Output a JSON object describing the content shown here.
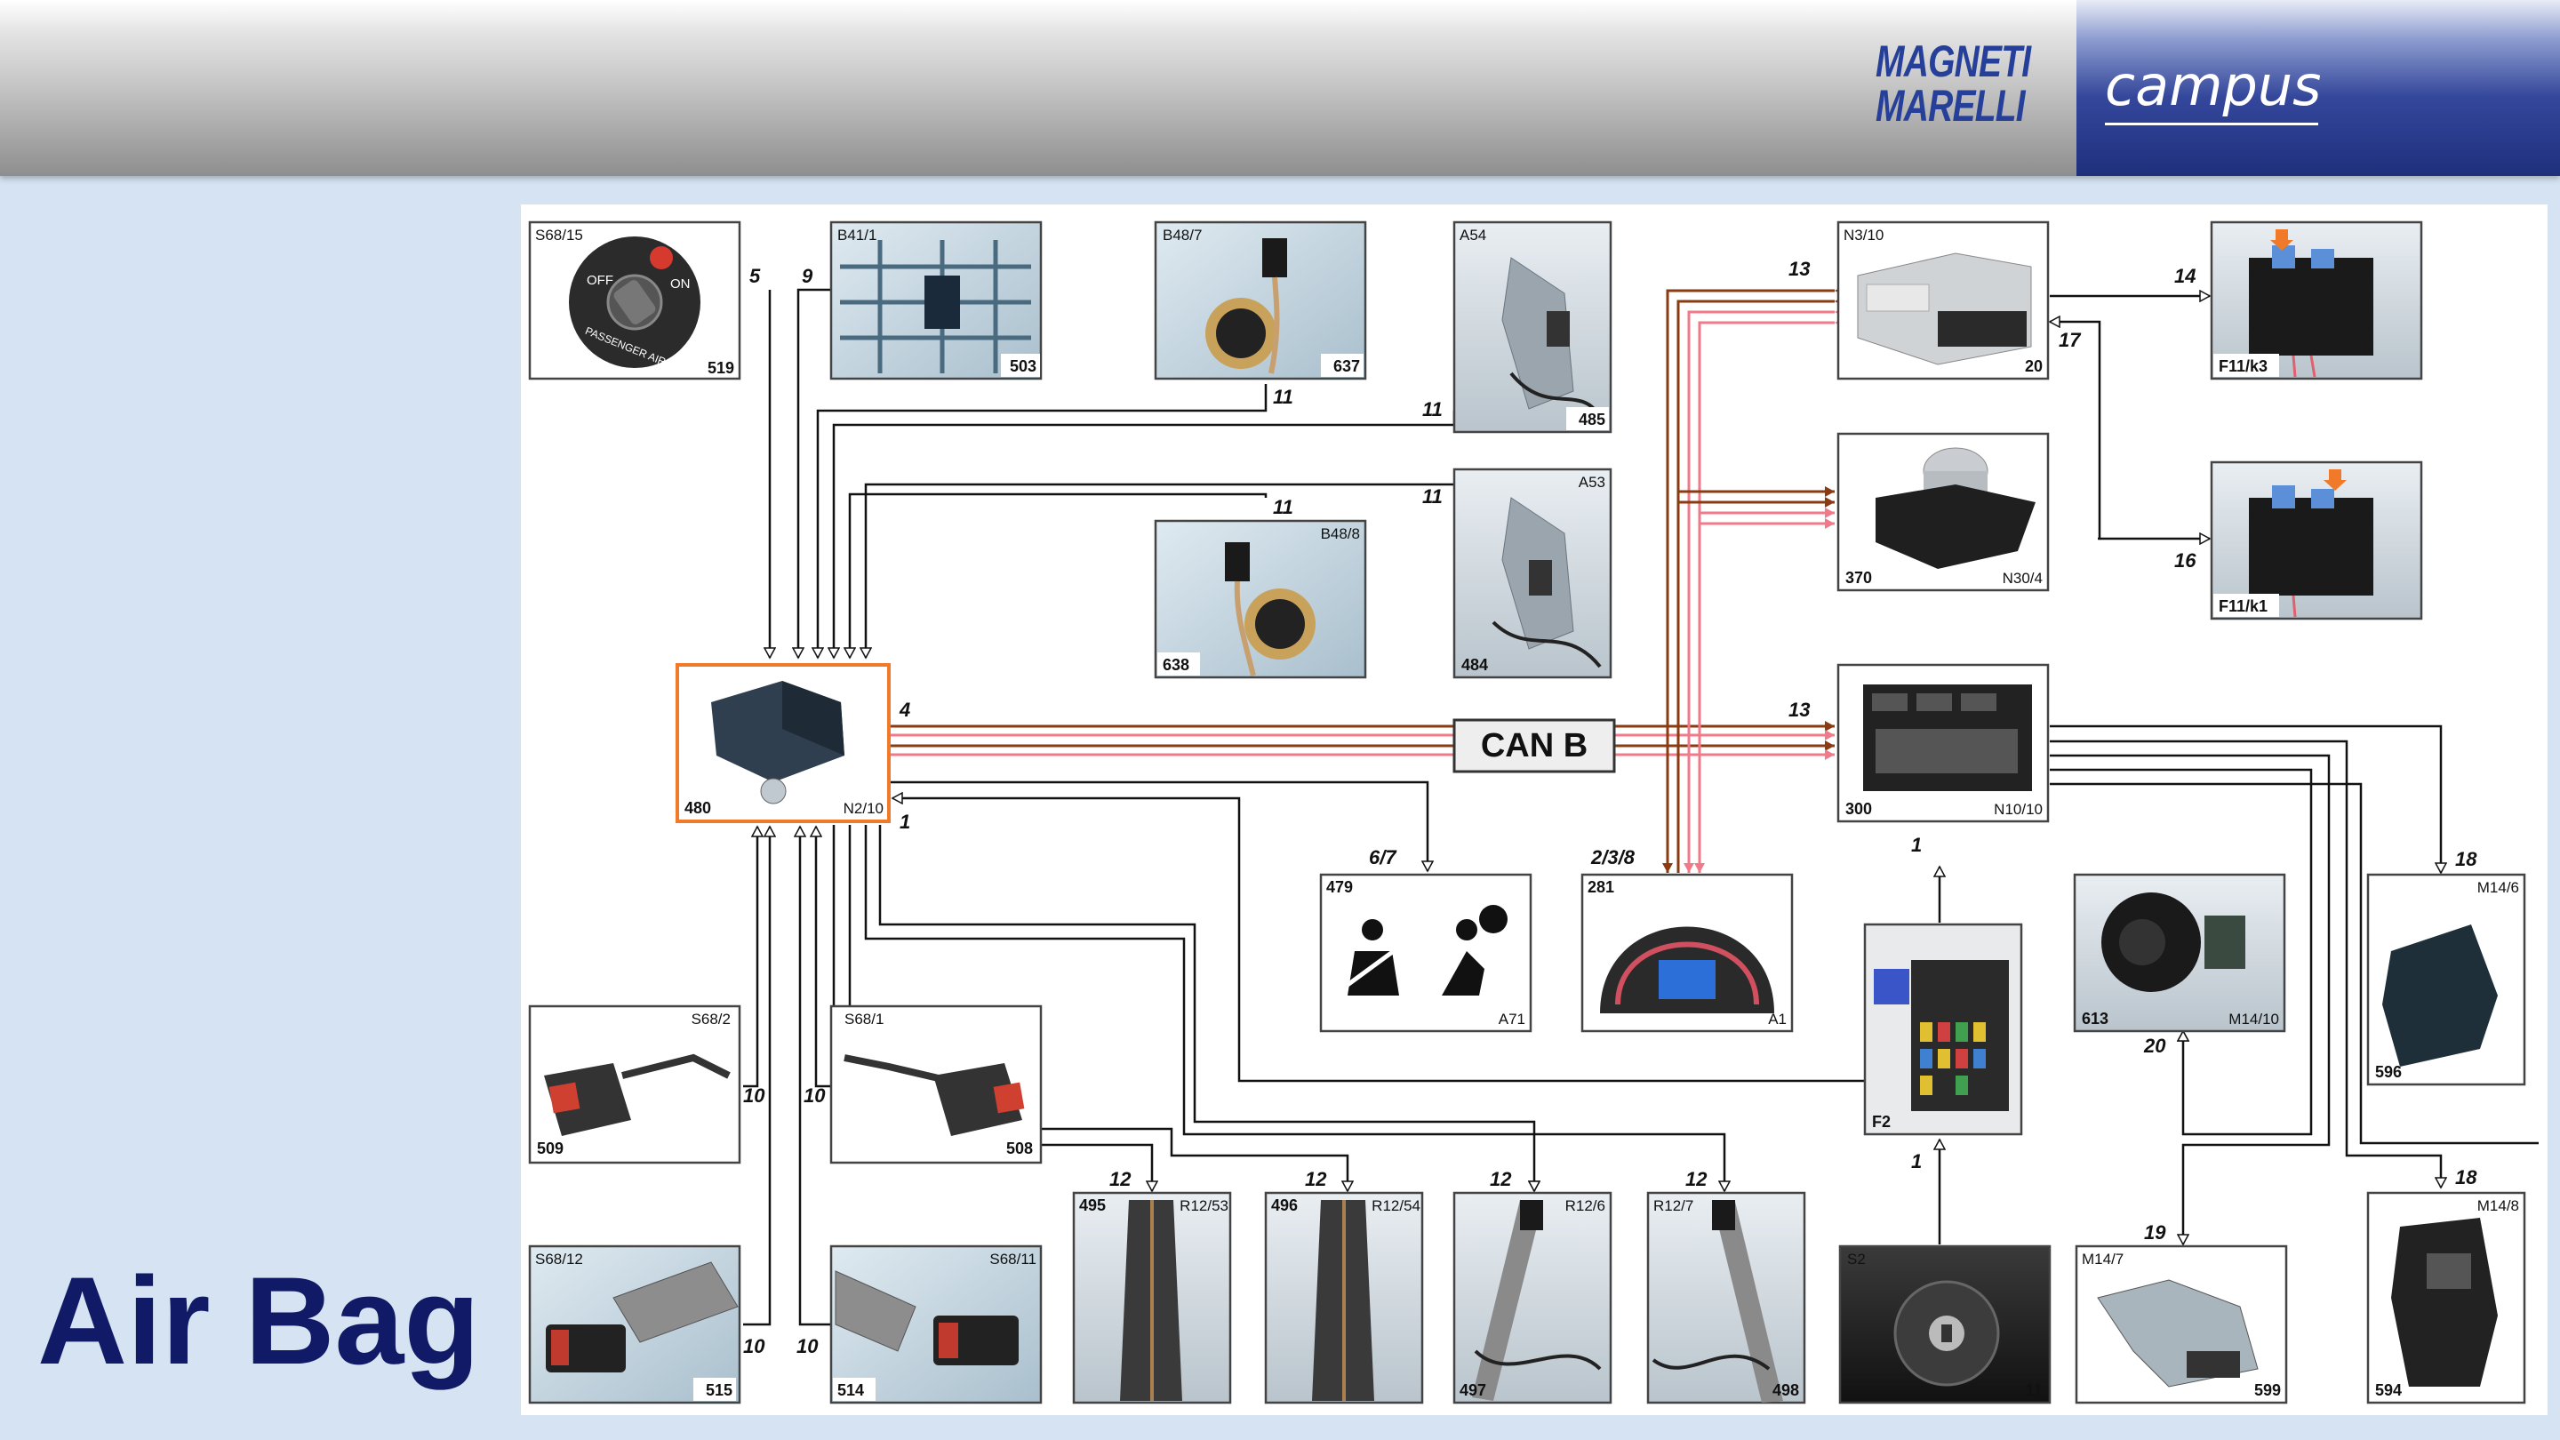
{
  "header": {
    "brand_line1": "MAGNETI",
    "brand_line2": "MARELLI",
    "campus": "campus"
  },
  "page_title": "Air Bag",
  "bus_label": "CAN B",
  "colors": {
    "can_high": "#8a3b12",
    "can_low": "#f07a8a",
    "ecu_border": "#f07a2a",
    "title": "#111a66"
  },
  "components": {
    "ecu": {
      "code": "N2/10",
      "num": "480"
    },
    "passenger_switch": {
      "code": "S68/15",
      "num": "519",
      "off": "OFF",
      "on": "ON",
      "ring": "PASSENGER AIRBAG"
    },
    "b41": {
      "code": "B41/1",
      "num": "503"
    },
    "b48_7": {
      "code": "B48/7",
      "num": "637"
    },
    "a54": {
      "code": "A54",
      "num": "485"
    },
    "b48_8": {
      "code": "B48/8",
      "num": "638"
    },
    "a53": {
      "code": "A53",
      "num": "484"
    },
    "n3_10": {
      "code": "N3/10",
      "num": "20"
    },
    "n30_4": {
      "code": "N30/4",
      "num": "370"
    },
    "f11_k3": {
      "code": "F11/k3"
    },
    "f11_k1": {
      "code": "F11/k1"
    },
    "n10_10": {
      "code": "N10/10",
      "num": "300"
    },
    "a71": {
      "code": "A71",
      "num": "479"
    },
    "a1": {
      "code": "A1",
      "num": "281"
    },
    "f2": {
      "code": "F2"
    },
    "m14_10": {
      "code": "M14/10",
      "num": "613"
    },
    "m14_6": {
      "code": "M14/6",
      "num": "596"
    },
    "m14_8": {
      "code": "M14/8",
      "num": "594"
    },
    "m14_7": {
      "code": "M14/7",
      "num": "599"
    },
    "s2": {
      "code": "S2",
      "num": "11"
    },
    "s68_2": {
      "code": "S68/2",
      "num": "509"
    },
    "s68_1": {
      "code": "S68/1",
      "num": "508"
    },
    "s68_12": {
      "code": "S68/12",
      "num": "515"
    },
    "s68_11": {
      "code": "S68/11",
      "num": "514"
    },
    "r12_53": {
      "code": "R12/53",
      "num": "495"
    },
    "r12_54": {
      "code": "R12/54",
      "num": "496"
    },
    "r12_6": {
      "code": "R12/6",
      "num": "497"
    },
    "r12_7": {
      "code": "R12/7",
      "num": "498"
    }
  },
  "wires": {
    "w5": "5",
    "w9": "9",
    "w11a": "11",
    "w11b": "11",
    "w11c": "11",
    "w11d": "11",
    "w4": "4",
    "w1": "1",
    "w67": "6/7",
    "w238": "2/3/8",
    "w13a": "13",
    "w13b": "13",
    "w14": "14",
    "w17": "17",
    "w16": "16",
    "w18a": "18",
    "w18b": "18",
    "w20": "20",
    "w19": "19",
    "w1b": "1",
    "w1c": "1",
    "w10a": "10",
    "w10b": "10",
    "w10c": "10",
    "w10d": "10",
    "w12a": "12",
    "w12b": "12",
    "w12c": "12",
    "w12d": "12"
  }
}
